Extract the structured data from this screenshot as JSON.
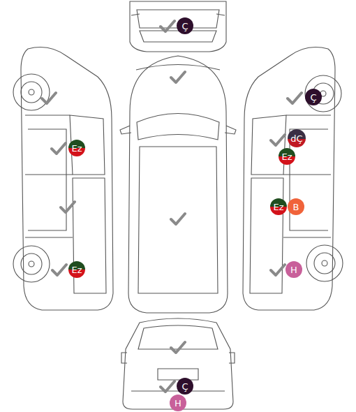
{
  "diagram": {
    "nodes": [
      {
        "text": [
          "Ç"
        ]
      },
      {
        "text": [
          "Ç"
        ]
      },
      {
        "text": [
          "dÇ"
        ]
      },
      {
        "text": [
          "Ez"
        ]
      },
      {
        "text": [
          "Ez"
        ]
      },
      {
        "text": [
          "Ez"
        ]
      },
      {
        "text": [
          "B"
        ]
      },
      {
        "text": [
          "Ez"
        ]
      },
      {
        "text": [
          "H"
        ]
      },
      {
        "text": [
          "Ç"
        ]
      },
      {
        "text": [
          "H"
        ]
      }
    ]
  }
}
